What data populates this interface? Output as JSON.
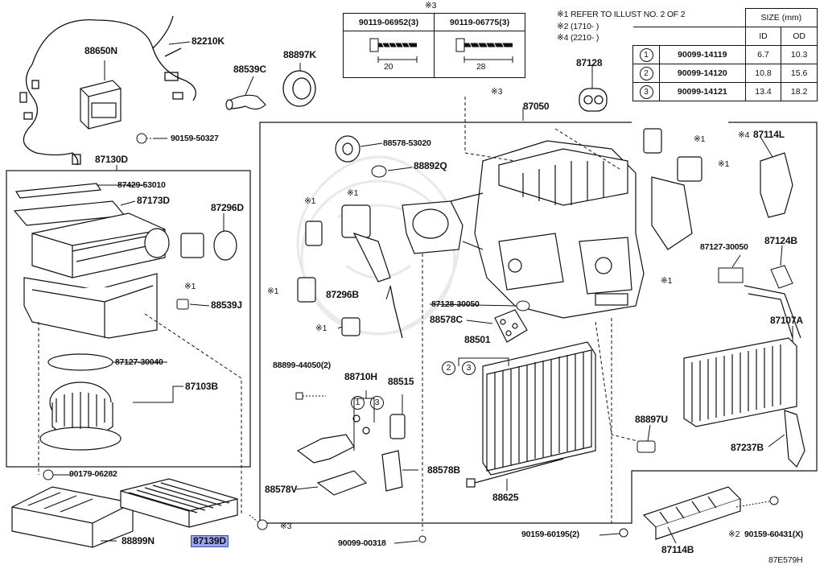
{
  "notes": {
    "line1": "※1 REFER TO ILLUST NO. 2 OF 2",
    "line2": "※2 (1710-      )",
    "line3": "※4 (2210-      )"
  },
  "size_table": {
    "header": "SIZE (mm)",
    "col_id": "ID",
    "col_od": "OD",
    "rows": [
      {
        "num": "1",
        "part": "90099-14119",
        "id": "6.7",
        "od": "10.3"
      },
      {
        "num": "2",
        "part": "90099-14120",
        "id": "10.8",
        "od": "15.6"
      },
      {
        "num": "3",
        "part": "90099-14121",
        "id": "13.4",
        "od": "18.2"
      }
    ]
  },
  "screw_table": {
    "mark": "※3",
    "col1": {
      "part": "90119-06952(3)",
      "length": "20"
    },
    "col2": {
      "part": "90119-06775(3)",
      "length": "28"
    }
  },
  "labels": {
    "p82210K": "82210K",
    "p88650N": "88650N",
    "p88539C": "88539C",
    "p88897K": "88897K",
    "p87128": "87128",
    "p90159_50327": "90159-50327",
    "p87130D": "87130D",
    "p87050": "87050",
    "p87114L": "87114L",
    "p87114L_mark": "※4",
    "p88578_53020": "88578-53020",
    "p88892Q": "88892Q",
    "p87429_53010": "87429-53010",
    "p87173D": "87173D",
    "p87296D": "87296D",
    "p88539J": "88539J",
    "p87296B": "87296B",
    "p87127_30050": "87127-30050",
    "p87124B": "87124B",
    "p87128_30050": "87128-30050",
    "p88578C": "88578C",
    "p87107A": "87107A",
    "p87127_30040": "87127-30040",
    "p87103B": "87103B",
    "p88501": "88501",
    "p88899_44050": "88899-44050(2)",
    "p88710H": "88710H",
    "p88515": "88515",
    "p88897U": "88897U",
    "p87237B": "87237B",
    "p90179_06282": "90179-06282",
    "p88578B": "88578B",
    "p88578V": "88578V",
    "p88625": "88625",
    "p88899N": "88899N",
    "p87139D": "87139D",
    "p90099_00318": "90099-00318",
    "p90159_60195": "90159-60195(2)",
    "p90159_60431": "90159-60431(X)",
    "p90159_60431_mark": "※2",
    "p87114B": "87114B",
    "mark1": "※1",
    "mark3": "※3",
    "circ1": "1",
    "circ2": "2",
    "circ3": "3",
    "code": "87E579H"
  },
  "colors": {
    "line": "#111111",
    "highlight_fill": "#9aa6f2",
    "highlight_border": "#3b4bd1",
    "watermark": "#e9e9e9"
  }
}
